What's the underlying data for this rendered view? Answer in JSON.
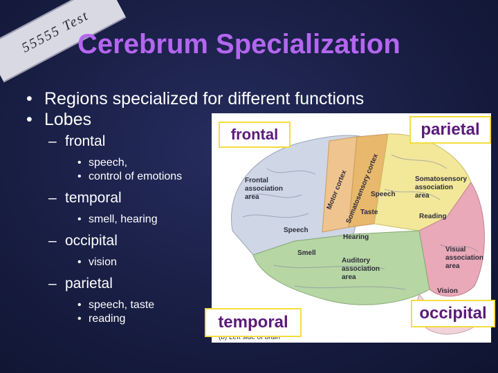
{
  "stamp": {
    "text": "55555 Test"
  },
  "title": "Cerebrum Specialization",
  "bullets": {
    "regions": "Regions specialized for different functions",
    "lobes": "Lobes",
    "frontal": "frontal",
    "frontal_detail_1": "speech,",
    "frontal_detail_2": "control of emotions",
    "temporal": "temporal",
    "temporal_detail": "smell, hearing",
    "occipital": "occipital",
    "occipital_detail": "vision",
    "parietal": "parietal",
    "parietal_detail_1": "speech, taste",
    "parietal_detail_2": "reading"
  },
  "figure": {
    "labels": {
      "frontal_association": [
        "Frontal",
        "association",
        "area"
      ],
      "motor_cortex": "Motor cortex",
      "somatosensory_cortex": "Somatosensory cortex",
      "speech_parietal": "Speech",
      "taste": "Taste",
      "somatosensory_association": [
        "Somatosensory",
        "association",
        "area"
      ],
      "reading": "Reading",
      "speech_frontal": "Speech",
      "hearing": "Hearing",
      "smell": "Smell",
      "auditory_association": [
        "Auditory",
        "association",
        "area"
      ],
      "visual_association": [
        "Visual",
        "association",
        "area"
      ],
      "vision": "Vision",
      "caption": "(b) Left side of brain"
    },
    "lobe_tags": {
      "frontal": "frontal",
      "parietal": "parietal",
      "temporal": "temporal",
      "occipital": "occipital"
    },
    "colors": {
      "frontal": "#cfd6e6",
      "parietal": "#f3e79a",
      "temporal": "#b6d6a4",
      "occipital": "#e9a9b8",
      "title": "#b466f0",
      "tag_border": "#f4dd3c"
    }
  }
}
